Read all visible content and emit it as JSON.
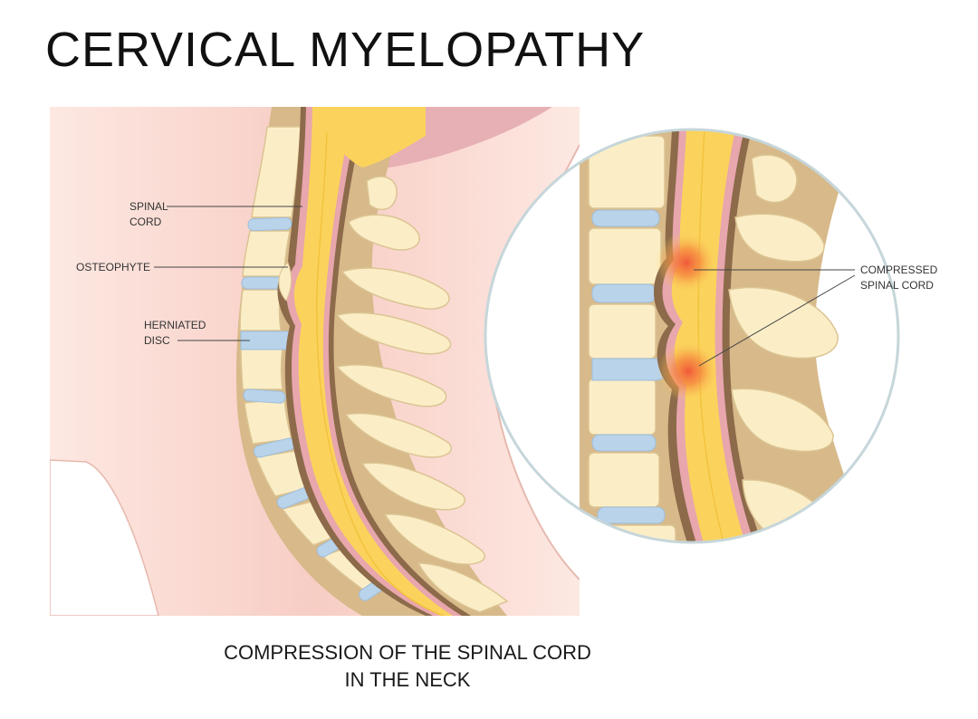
{
  "title": "CERVICAL MYELOPATHY",
  "labels": {
    "spinal_cord_line1": "SPINAL",
    "spinal_cord_line2": "CORD",
    "osteophyte": "OSTEOPHYTE",
    "herniated_disc_line1": "HERNIATED",
    "herniated_disc_line2": "DISC",
    "compressed_line1": "COMPRESSED",
    "compressed_line2": "SPINAL CORD"
  },
  "caption": {
    "line1": "COMPRESSION OF THE SPINAL CORD",
    "line2": "IN THE NECK"
  },
  "colors": {
    "skin_light": "#fde8e2",
    "skin_dark": "#f6cfc6",
    "bone": "#fbeec7",
    "bone_outline": "#d9c08a",
    "bone_shadow": "#cfa977",
    "canal_dark": "#8c6a4a",
    "dura_pink": "#e8a6ad",
    "cord_yellow": "#fbd35c",
    "disc_blue": "#b9d3ea",
    "throat_pink": "#e7b0b5",
    "compression_red": "#f1593a",
    "circle_outline": "#c6d6da"
  },
  "icons": [
    "cervical-spine-illustration",
    "magnified-view-circle"
  ]
}
